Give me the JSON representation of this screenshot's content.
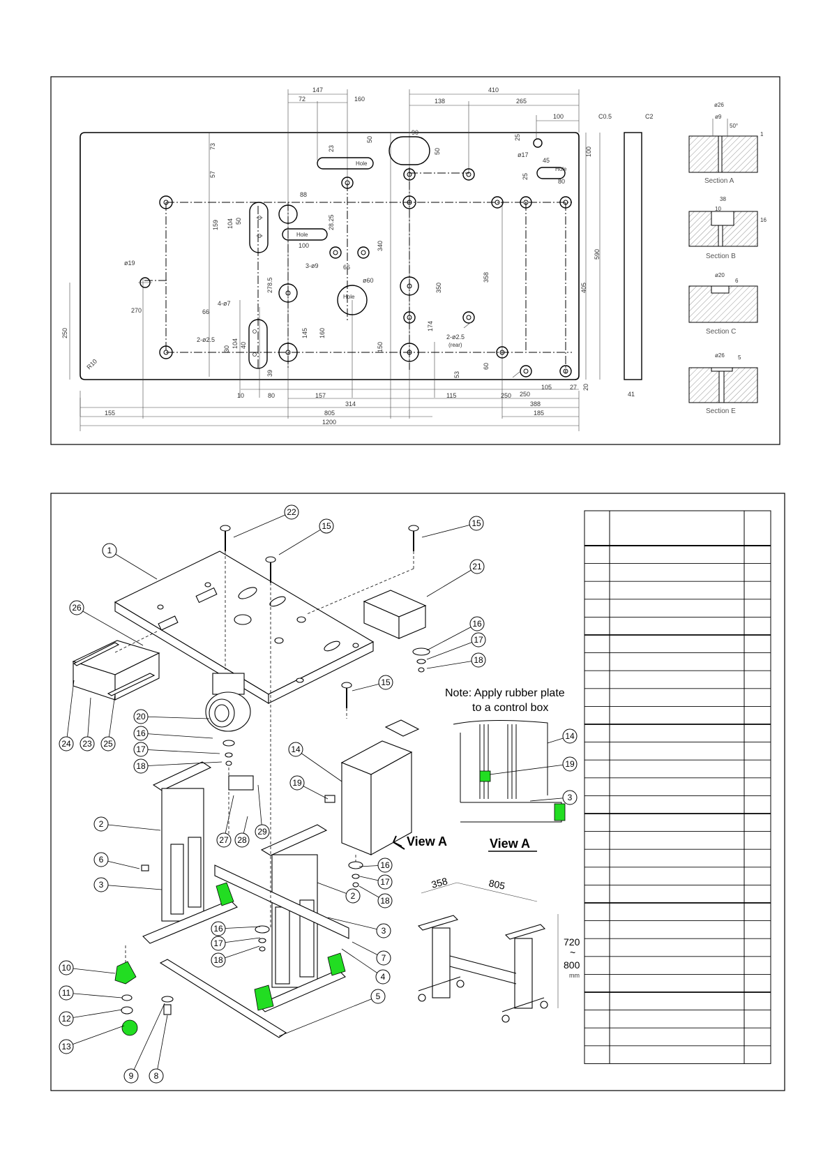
{
  "drawing": {
    "plan": {
      "dims_top": [
        "147",
        "72",
        "160",
        "410",
        "138",
        "265",
        "100",
        "C0.5",
        "C2",
        "90",
        "50",
        "50",
        "23",
        "Hole",
        "73",
        "57",
        "25",
        "ø17",
        "45",
        "Hole",
        "25",
        "80",
        "100"
      ],
      "dims_mid": [
        "88",
        "Hole",
        "100",
        "28.25",
        "3-ø9",
        "66",
        "ø60",
        "Hole",
        "340",
        "350",
        "358",
        "174",
        "590",
        "405",
        "159",
        "104",
        "50",
        "ø19",
        "278.5",
        "4-ø7",
        "270",
        "66",
        "2-ø2.5",
        "145",
        "160",
        "150",
        "2-ø2.5",
        "(rear)",
        "53",
        "60",
        "250",
        "104",
        "30",
        "R10",
        "39",
        "40"
      ],
      "dims_bottom": [
        "10",
        "80",
        "157",
        "115",
        "250",
        "105",
        "27",
        "20",
        "41",
        "314",
        "388",
        "155",
        "805",
        "185",
        "1200"
      ],
      "sections": [
        {
          "dims": [
            "ø26",
            "ø9",
            "50°",
            "1"
          ],
          "label": "Section A"
        },
        {
          "dims": [
            "38",
            "10",
            "16"
          ],
          "label": "Section B"
        },
        {
          "dims": [
            "ø20",
            "6"
          ],
          "label": "Section C"
        },
        {
          "dims": [
            "ø26",
            "5"
          ],
          "label": "Section E"
        }
      ]
    },
    "exploded": {
      "callouts": [
        "1",
        "2",
        "2",
        "3",
        "3",
        "4",
        "5",
        "6",
        "7",
        "8",
        "9",
        "10",
        "11",
        "12",
        "13",
        "14",
        "14",
        "15",
        "15",
        "15",
        "16",
        "16",
        "16",
        "16",
        "17",
        "17",
        "17",
        "17",
        "18",
        "18",
        "18",
        "18",
        "19",
        "19",
        "20",
        "21",
        "22",
        "23",
        "24",
        "25",
        "26",
        "27",
        "28",
        "29",
        "3"
      ],
      "note_line1": "Note: Apply rubber plate",
      "note_line2": "to a control box",
      "view_a_arrow": "View A",
      "view_a_title": "View A",
      "stand_dims": {
        "width": "358",
        "length": "805",
        "height_top": "720",
        "tilde": "~",
        "height_bottom": "800",
        "unit": "mm"
      }
    },
    "parts_table": {
      "rows": 29
    }
  }
}
